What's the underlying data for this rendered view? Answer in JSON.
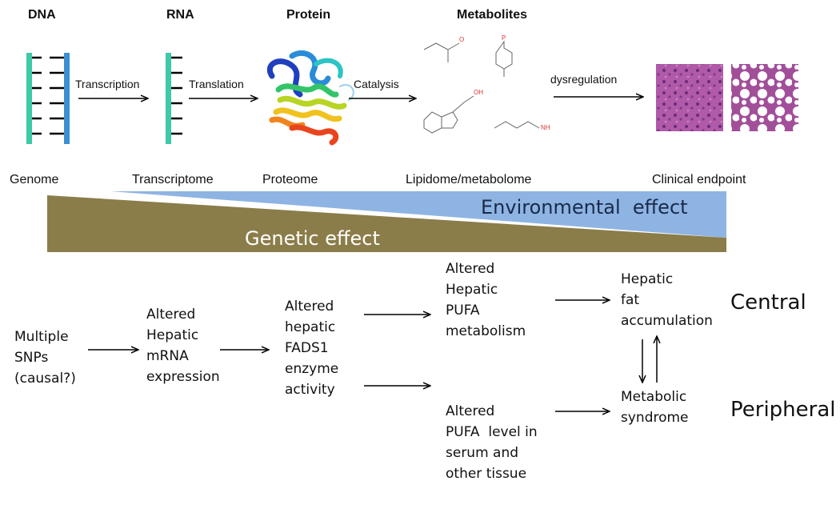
{
  "top": {
    "headers": {
      "dna": "DNA",
      "rna": "RNA",
      "protein": "Protein",
      "metabolites": "Metabolites"
    },
    "steps": {
      "transcription": "Transcription",
      "translation": "Translation",
      "catalysis": "Catalysis",
      "dysregulation": "dysregulation"
    },
    "molecules": {
      "label1": "O",
      "label2": "P",
      "label3": "OH",
      "label4": "NH"
    }
  },
  "omics": {
    "genome": "Genome",
    "transcriptome": "Transcriptome",
    "proteome": "Proteome",
    "metabolome": "Lipidome/metabolome",
    "clinical": "Clinical endpoint"
  },
  "effects": {
    "environmental": "Environmental  effect",
    "genetic": "Genetic effect",
    "environmental_color": "#8eb4e3",
    "genetic_color": "#8b7d4a"
  },
  "flow": {
    "snps": [
      "Multiple",
      "SNPs",
      "(causal?)"
    ],
    "mrna": [
      "Altered",
      "Hepatic",
      "mRNA",
      "expression"
    ],
    "fads1": [
      "Altered",
      "hepatic",
      "FADS1",
      "enzyme",
      "activity"
    ],
    "pufa_metab": [
      "Altered",
      "Hepatic",
      "PUFA",
      "metabolism"
    ],
    "pufa_level": [
      "Altered",
      "PUFA  level in",
      "serum and",
      "other tissue"
    ],
    "hepatic_fat": [
      "Hepatic",
      "fat",
      "accumulation"
    ],
    "metabolic": [
      "Metabolic",
      "syndrome"
    ],
    "central": "Central",
    "peripheral": "Peripheral"
  }
}
